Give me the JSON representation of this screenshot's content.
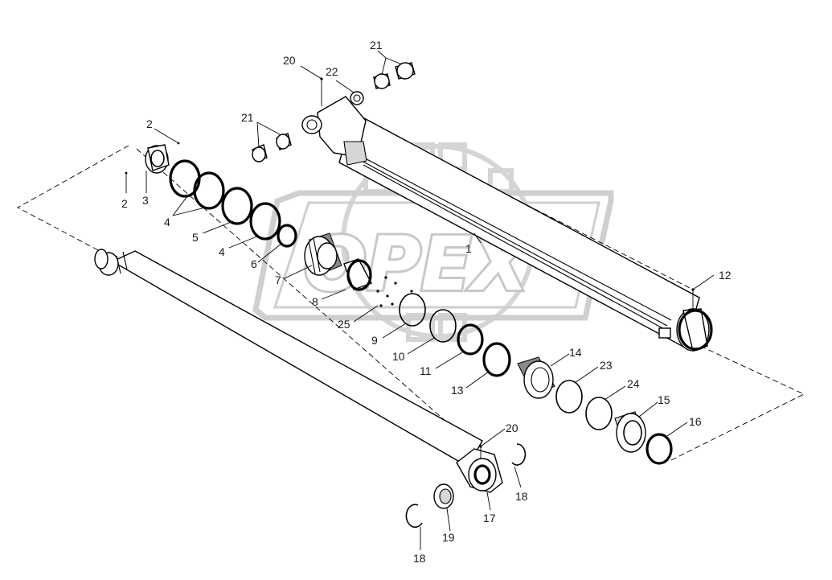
{
  "watermark": {
    "text": "OPEX"
  },
  "callouts": [
    {
      "id": "c-20-top",
      "text": "20"
    },
    {
      "id": "c-22",
      "text": "22"
    },
    {
      "id": "c-21-top",
      "text": "21"
    },
    {
      "id": "c-21-left",
      "text": "21"
    },
    {
      "id": "c-2-top",
      "text": "2"
    },
    {
      "id": "c-2-bottom",
      "text": "2"
    },
    {
      "id": "c-3",
      "text": "3"
    },
    {
      "id": "c-4-a",
      "text": "4"
    },
    {
      "id": "c-5",
      "text": "5"
    },
    {
      "id": "c-4-b",
      "text": "4"
    },
    {
      "id": "c-6",
      "text": "6"
    },
    {
      "id": "c-7",
      "text": "7"
    },
    {
      "id": "c-8",
      "text": "8"
    },
    {
      "id": "c-25",
      "text": "25"
    },
    {
      "id": "c-1",
      "text": "1"
    },
    {
      "id": "c-12",
      "text": "12"
    },
    {
      "id": "c-9",
      "text": "9"
    },
    {
      "id": "c-10",
      "text": "10"
    },
    {
      "id": "c-11",
      "text": "11"
    },
    {
      "id": "c-13",
      "text": "13"
    },
    {
      "id": "c-14",
      "text": "14"
    },
    {
      "id": "c-23",
      "text": "23"
    },
    {
      "id": "c-24",
      "text": "24"
    },
    {
      "id": "c-15",
      "text": "15"
    },
    {
      "id": "c-16",
      "text": "16"
    },
    {
      "id": "c-20-bottom",
      "text": "20"
    },
    {
      "id": "c-18-right",
      "text": "18"
    },
    {
      "id": "c-17",
      "text": "17"
    },
    {
      "id": "c-19",
      "text": "19"
    },
    {
      "id": "c-18-bottom",
      "text": "18"
    }
  ]
}
